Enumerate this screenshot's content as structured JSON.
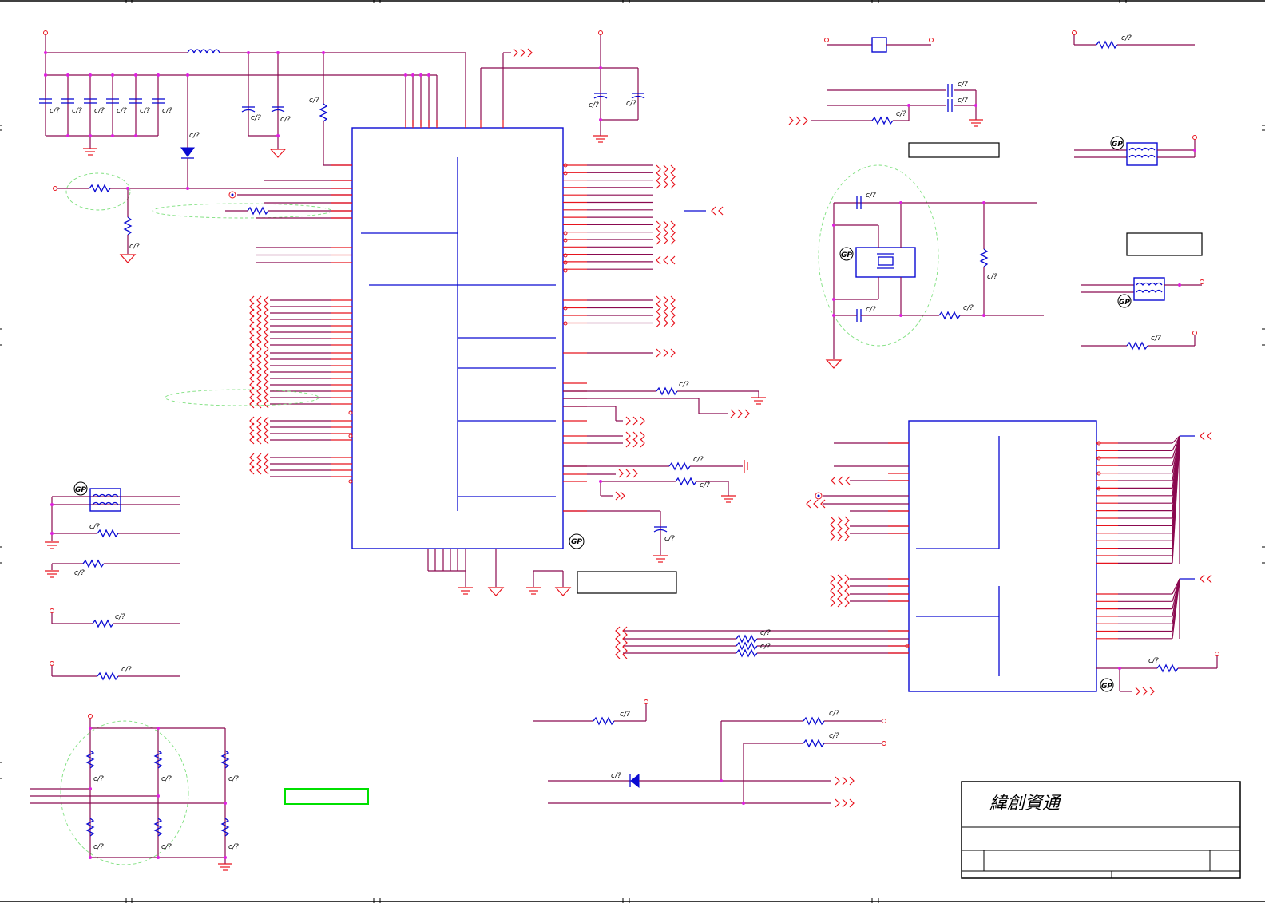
{
  "title_block": {
    "company": "緯創資通"
  },
  "part_tags": {
    "ic_main": "GP",
    "ic_right": "GP",
    "filter_left": "GP",
    "filter_top_right": "GP",
    "filter_mid_right": "GP",
    "crystal": "GP"
  },
  "colors": {
    "wire": "#8b0a50",
    "pin": "#e8141e",
    "component": "#0a0ad2",
    "junction": "#e020e0",
    "region_outline": "#7ee07e",
    "highlight_box": "#00e000"
  }
}
